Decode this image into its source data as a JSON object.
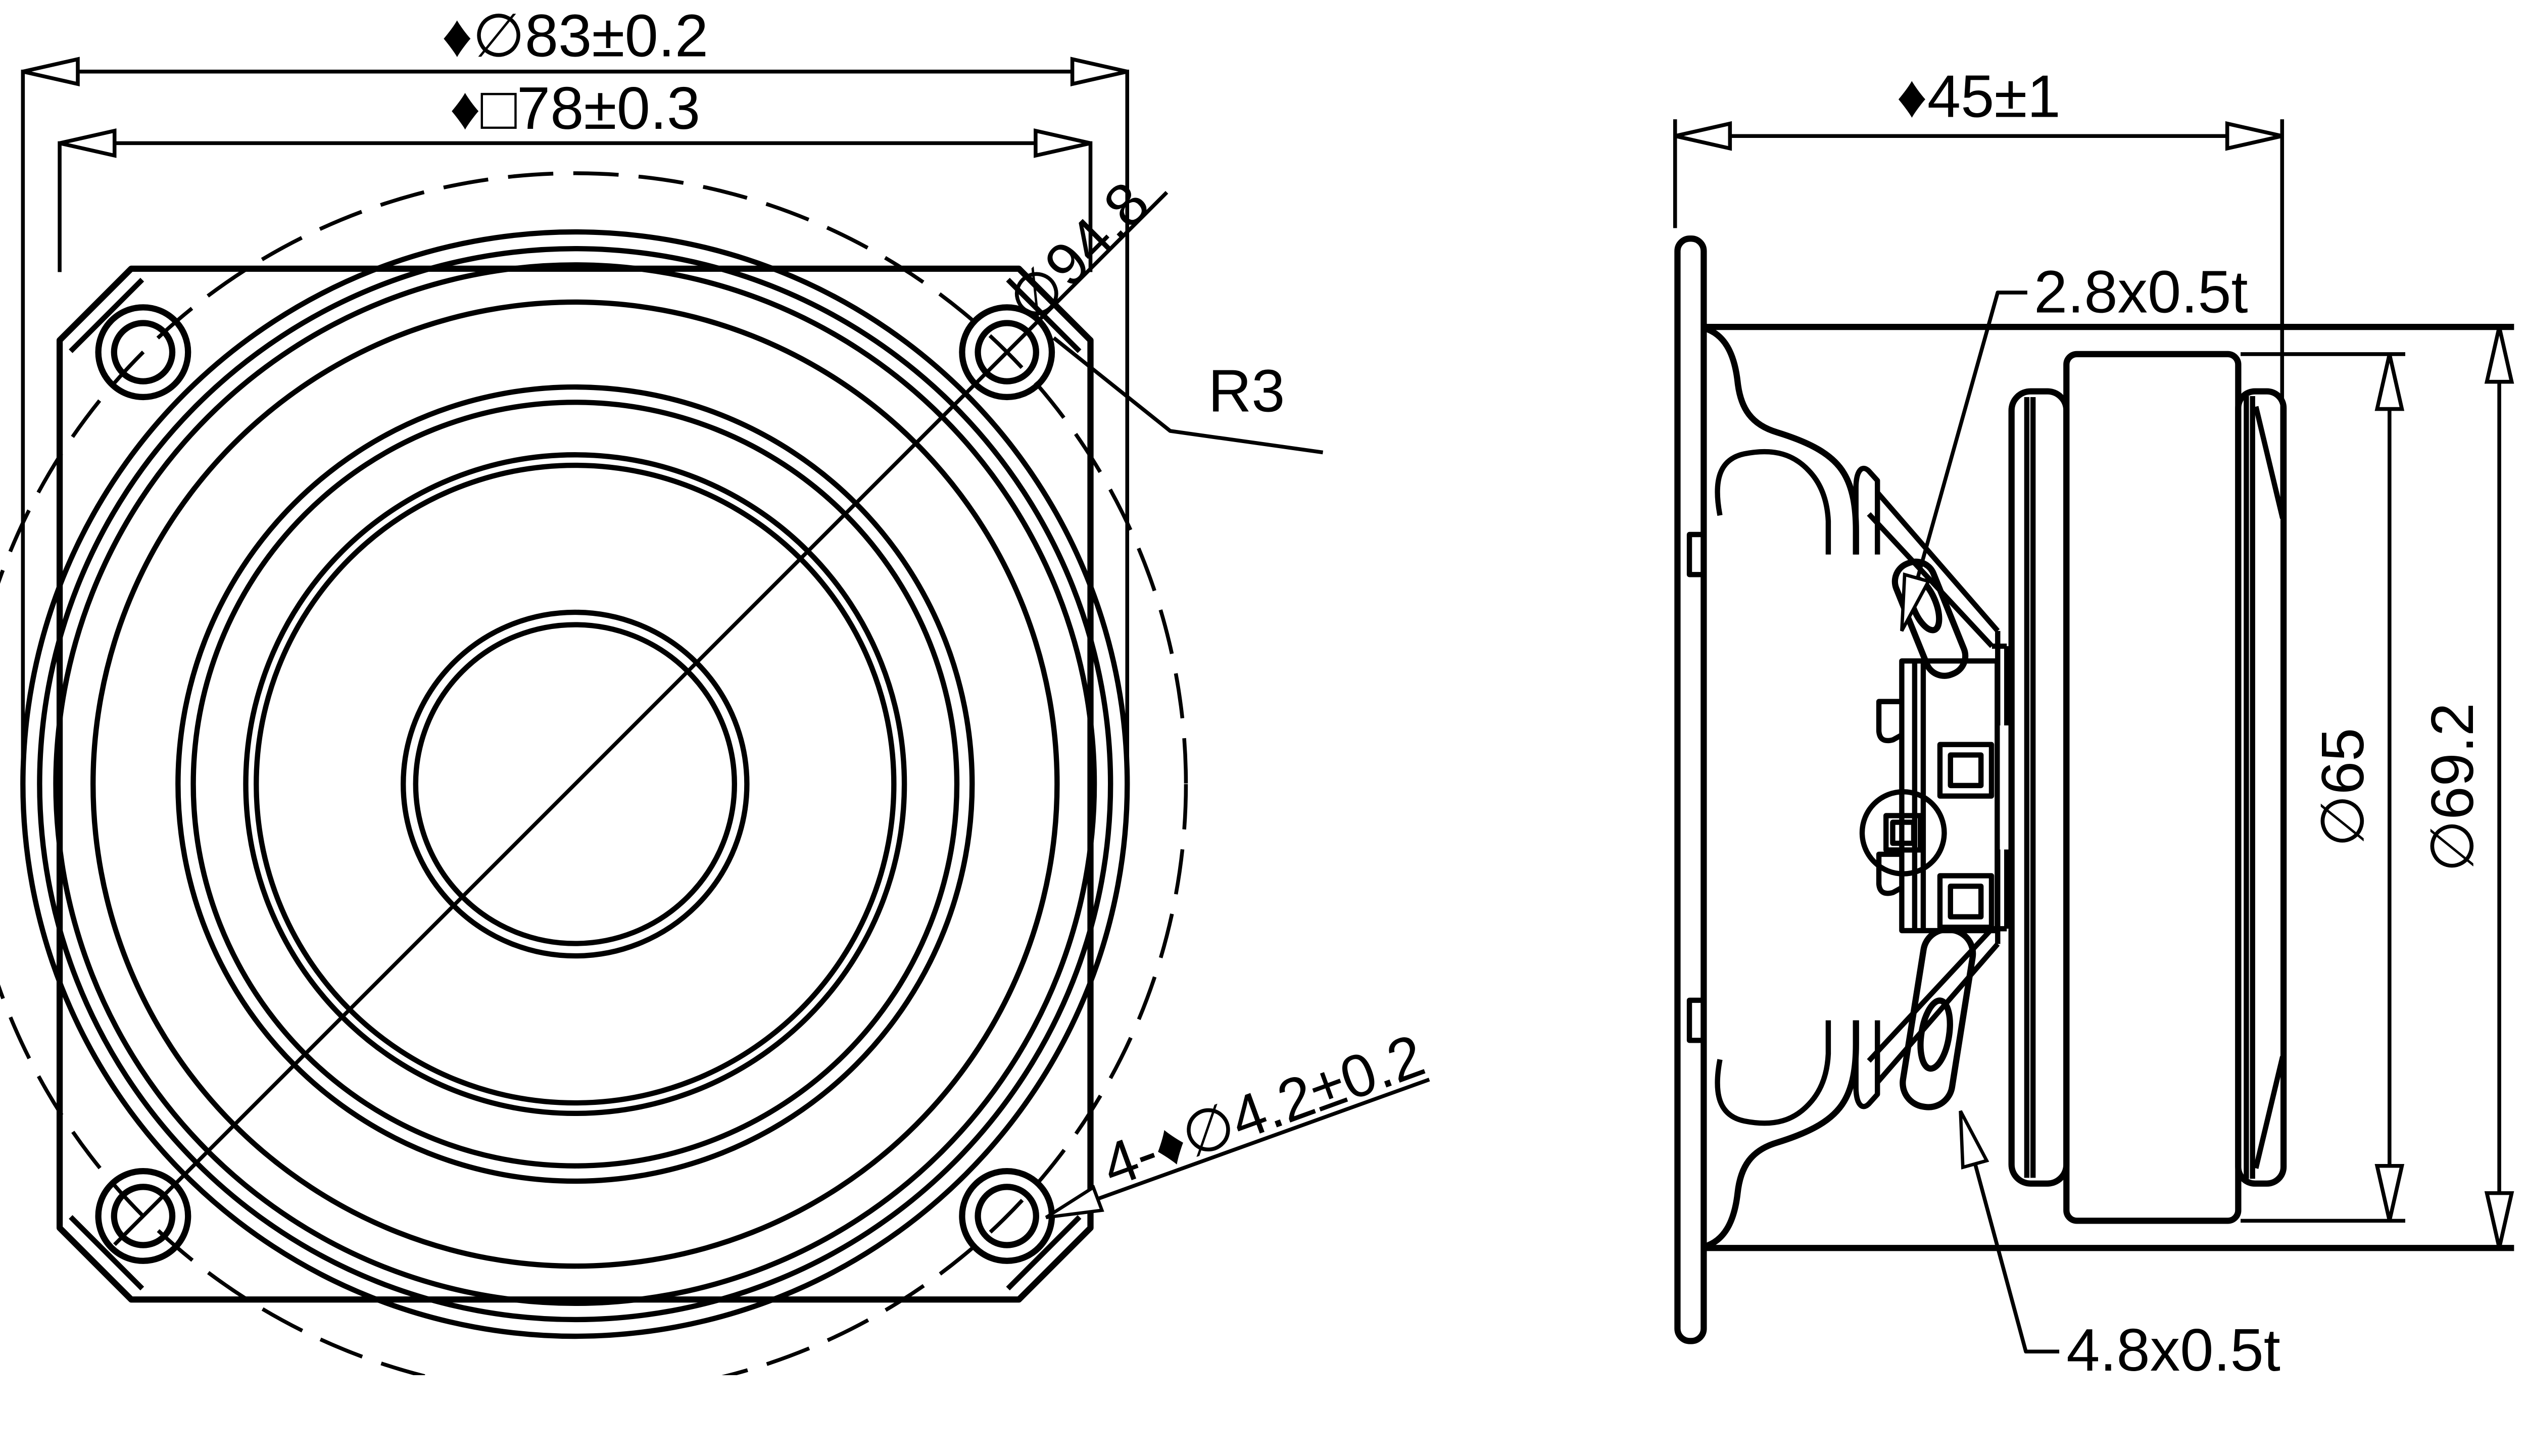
{
  "front_view": {
    "dims": {
      "flange_outer_diameter": "♦∅83±0.2",
      "flange_square": "♦□78±0.3",
      "bolt_circle_diameter": "∅94.8",
      "corner_radius": "R3",
      "mounting_holes": "4-♦∅4.2±0.2"
    }
  },
  "side_view": {
    "dims": {
      "overall_depth": "♦45±1",
      "terminal_tab_small": "2.8x0.5t",
      "terminal_tab_large": "4.8x0.5t",
      "magnet_diameter": "∅65",
      "motor_diameter": "∅69.2"
    }
  },
  "colors": {
    "line": "#000000",
    "background": "#ffffff"
  }
}
